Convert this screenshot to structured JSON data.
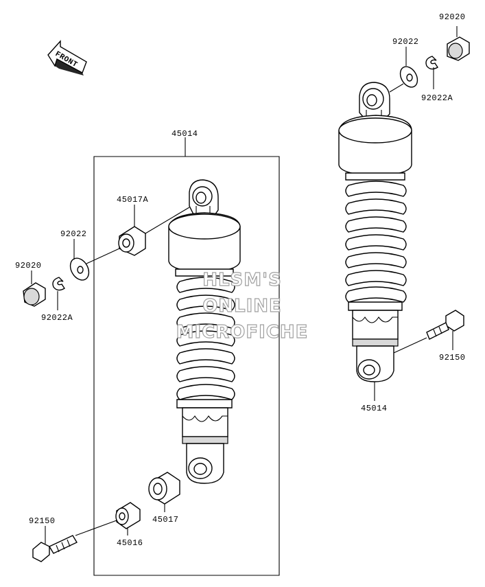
{
  "labels": {
    "l45014_top": "45014",
    "l45017A": "45017A",
    "l92022_left": "92022",
    "l92020_left": "92020",
    "l92022A_left": "92022A",
    "l92150_left": "92150",
    "l45016": "45016",
    "l45017": "45017",
    "l92020_right": "92020",
    "l92022_right": "92022",
    "l92022A_right": "92022A",
    "l92150_right": "92150",
    "l45014_right": "45014"
  },
  "front_arrow": {
    "text": "FRONT"
  },
  "watermark": {
    "line1": "HLSM'S",
    "line2": "ONLINE",
    "line3": "MICROFICHE"
  }
}
